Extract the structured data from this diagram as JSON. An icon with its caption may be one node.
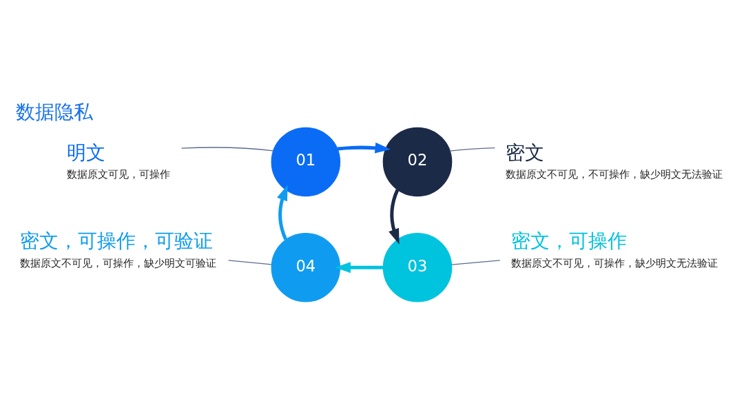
{
  "diagram": {
    "title": "数据隐私",
    "nodes": [
      {
        "text": [
          "01"
        ]
      },
      {
        "text": [
          "02"
        ]
      },
      {
        "text": [
          "03"
        ]
      },
      {
        "text": [
          "04"
        ]
      },
      {
        "text": [
          "明文",
          "数据原文可见，可操作"
        ]
      },
      {
        "text": [
          "密文",
          "数据原文不可见，不可操作，缺少明文无法验证"
        ]
      },
      {
        "text": [
          "密文，可操作",
          "数据原文不可见，可操作，缺少明文无法验证"
        ]
      },
      {
        "text": [
          "密文，可操作，可验证",
          "数据原文不可见，可操作，缺少明文可验证"
        ]
      }
    ],
    "edges": [
      {
        "from": 0,
        "to": 1,
        "arrow": "to",
        "style": "thick",
        "color": "#0a6cf5"
      },
      {
        "from": 1,
        "to": 2,
        "arrow": "to",
        "style": "thick",
        "color": "#1b2a47"
      },
      {
        "from": 2,
        "to": 3,
        "arrow": "to",
        "style": "thick",
        "color": "#00c3de"
      },
      {
        "from": 3,
        "to": 0,
        "arrow": "to",
        "style": "thick",
        "color": "#0f9cf0"
      },
      {
        "from": 4,
        "to": 0,
        "arrow": "none"
      },
      {
        "from": 5,
        "to": 1,
        "arrow": "none"
      },
      {
        "from": 6,
        "to": 2,
        "arrow": "none"
      },
      {
        "from": 7,
        "to": 3,
        "arrow": "none"
      }
    ]
  }
}
